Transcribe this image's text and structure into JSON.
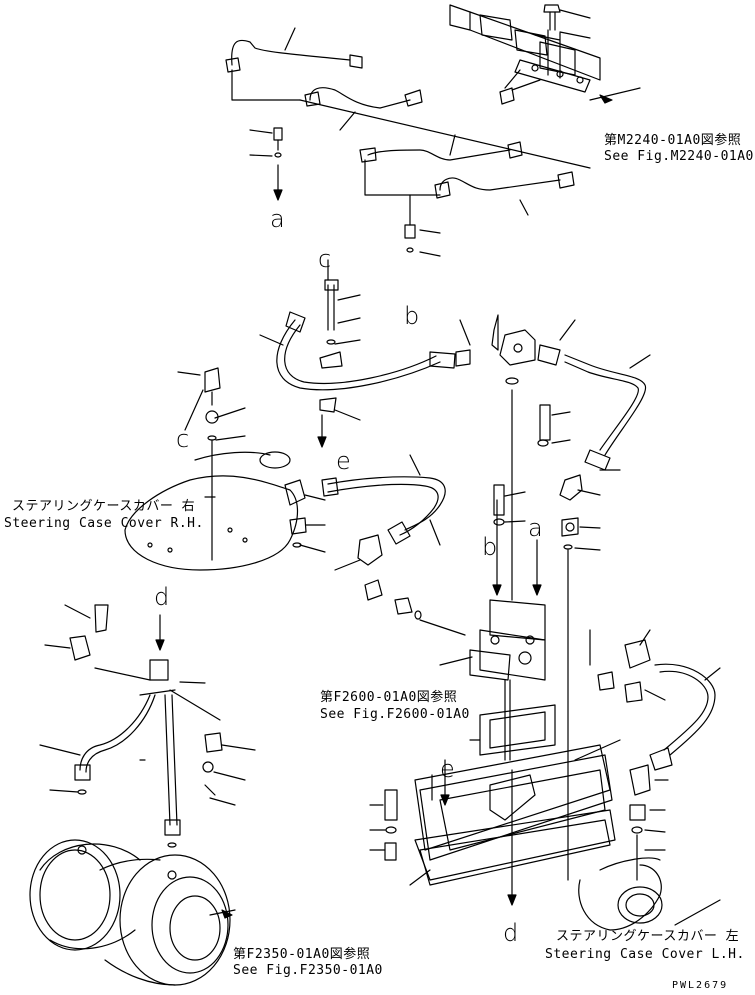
{
  "references": {
    "m2240_jp": "第M2240-01A0図参照",
    "m2240_en": "See Fig.M2240-01A0",
    "f2600_jp": "第F2600-01A0図参照",
    "f2600_en": "See Fig.F2600-01A0",
    "f2350_jp": "第F2350-01A0図参照",
    "f2350_en": "See Fig.F2350-01A0"
  },
  "parts": {
    "cover_rh_jp": "ステアリングケースカバー 右",
    "cover_rh_en": "Steering Case Cover R.H.",
    "cover_lh_jp": "ステアリングケースカバー 左",
    "cover_lh_en": "Steering Case Cover L.H."
  },
  "connectors": {
    "a_top": "a",
    "b_top": "b",
    "c_top": "c",
    "c_left": "c",
    "e_mid": "e",
    "b_mid": "b",
    "a_mid": "a",
    "d_left": "d",
    "e_bottom": "e",
    "d_bottom": "d"
  },
  "drawing_code": "PWL2679",
  "colors": {
    "ink": "#000000",
    "paper": "#ffffff"
  }
}
